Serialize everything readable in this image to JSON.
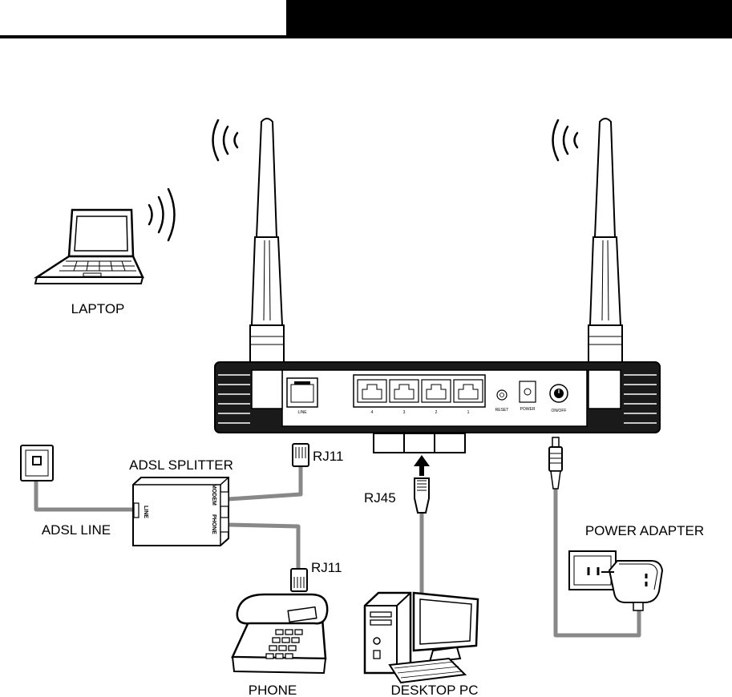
{
  "labels": {
    "laptop": "LAPTOP",
    "adsl_splitter": "ADSL SPLITTER",
    "adsl_line": "ADSL LINE",
    "rj11_top": "RJ11",
    "rj11_bottom": "RJ11",
    "rj45": "RJ45",
    "power_adapter": "POWER ADAPTER",
    "phone": "PHONE",
    "desktop_pc": "DESKTOP PC"
  },
  "router": {
    "line_port": "LINE",
    "lan_ports": [
      "4",
      "3",
      "2",
      "1"
    ],
    "reset": "RESET",
    "power": "POWER",
    "on_off": "ON/OFF"
  },
  "splitter": {
    "line": "LINE",
    "modem": "MODEM",
    "phone": "PHONE"
  },
  "colors": {
    "cable": "#888888",
    "header_bar": "#000000",
    "outline": "#000000"
  }
}
